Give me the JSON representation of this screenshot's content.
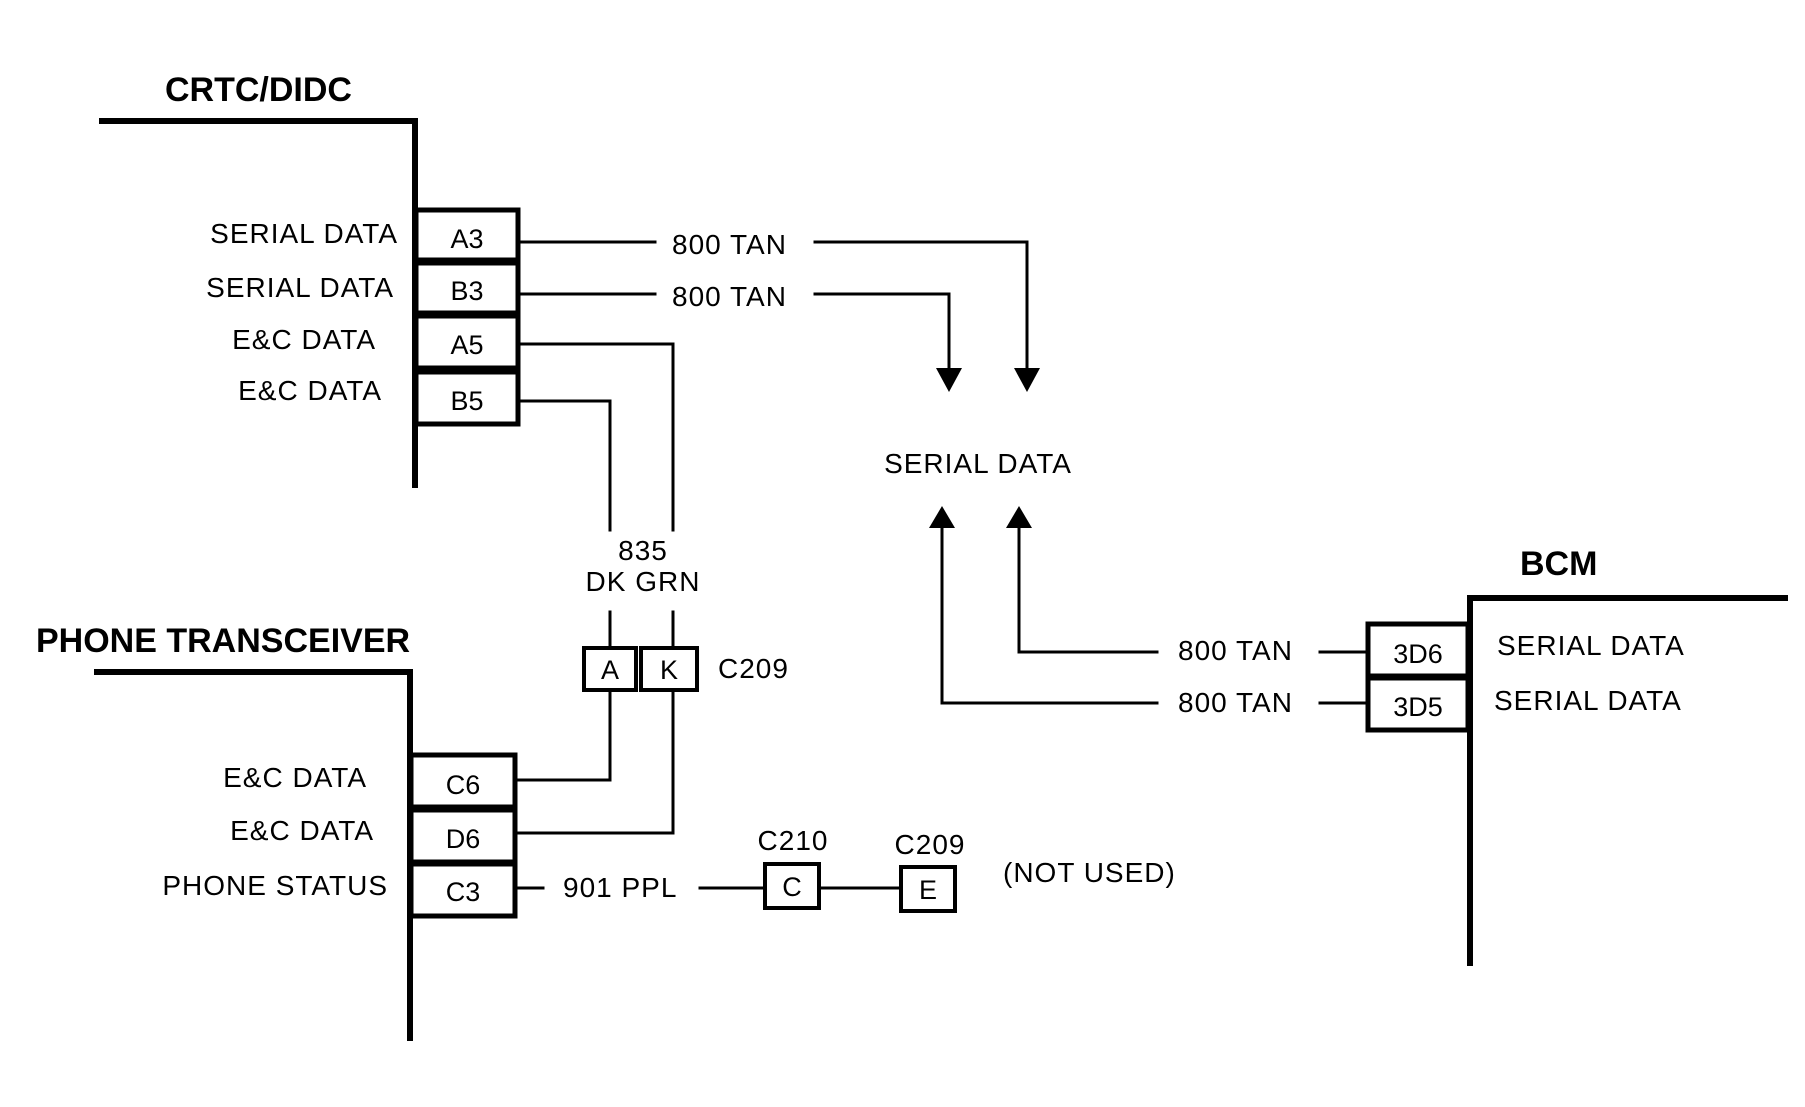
{
  "modules": {
    "crtc": {
      "title": "CRTC/DIDC",
      "pins": [
        {
          "pin": "A3",
          "signal": "SERIAL DATA"
        },
        {
          "pin": "B3",
          "signal": "SERIAL DATA"
        },
        {
          "pin": "A5",
          "signal": "E&C DATA"
        },
        {
          "pin": "B5",
          "signal": "E&C DATA"
        }
      ]
    },
    "phone": {
      "title": "PHONE TRANSCEIVER",
      "pins": [
        {
          "pin": "C6",
          "signal": "E&C DATA"
        },
        {
          "pin": "D6",
          "signal": "E&C DATA"
        },
        {
          "pin": "C3",
          "signal": "PHONE STATUS"
        }
      ]
    },
    "bcm": {
      "title": "BCM",
      "pins": [
        {
          "pin": "3D6",
          "signal": "SERIAL DATA"
        },
        {
          "pin": "3D5",
          "signal": "SERIAL DATA"
        }
      ]
    }
  },
  "wires": {
    "crtc_a3": "800 TAN",
    "crtc_b3": "800 TAN",
    "bcm_3d6": "800 TAN",
    "bcm_3d5": "800 TAN",
    "ec_circuit": "835",
    "ec_color": "DK GRN",
    "phone_status": "901 PPL"
  },
  "connectors": {
    "c209_upper": {
      "name": "C209",
      "pins": [
        "A",
        "K"
      ]
    },
    "c210": {
      "name": "C210",
      "pin": "C"
    },
    "c209_lower": {
      "name": "C209",
      "pin": "E"
    }
  },
  "bus_label": "SERIAL DATA",
  "not_used_note": "(NOT USED)"
}
